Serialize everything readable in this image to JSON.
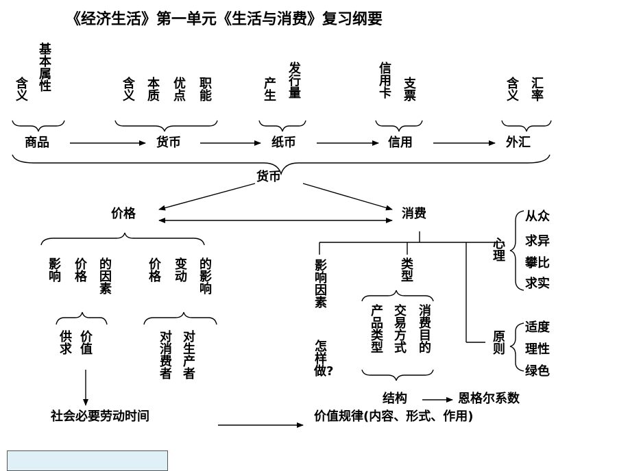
{
  "title": "《经济生活》第一单元《生活与消费》复习纲要",
  "chain": [
    "商品",
    "货币",
    "纸币",
    "信用",
    "外汇"
  ],
  "commodity_sub": [
    "含义",
    "基本属性"
  ],
  "money_sub": [
    "含义",
    "本质",
    "优点",
    "职能"
  ],
  "paper_sub": [
    "产生",
    "发行量"
  ],
  "credit_sub": [
    "信用卡",
    "支票"
  ],
  "forex_sub": [
    "含义",
    "汇率"
  ],
  "center": "货币",
  "price": "价格",
  "consumption": "消费",
  "price_factors": "影响价格的因素",
  "factor_left": [
    "影响",
    "价格",
    "的因素"
  ],
  "price_change": [
    "价格",
    "变动",
    "的影响"
  ],
  "supply_value": [
    "供求",
    "价值"
  ],
  "impact_on": [
    "对消费者",
    "对生产者"
  ],
  "labor_time": "社会必要劳动时间",
  "value_law": "价值规律(内容、形式、作用)",
  "consumption_factors": "影响因素",
  "how_to": "怎样做?",
  "types": "类型",
  "type_items": [
    "产品类型",
    "交易方式",
    "消费目的"
  ],
  "psychology": "心理",
  "psych_items": [
    "从众",
    "求异",
    "攀比",
    "求实"
  ],
  "principle": "原则",
  "principle_items": [
    "适度",
    "理性",
    "绿色"
  ],
  "structure": "结构",
  "engel": "恩格尔系数"
}
